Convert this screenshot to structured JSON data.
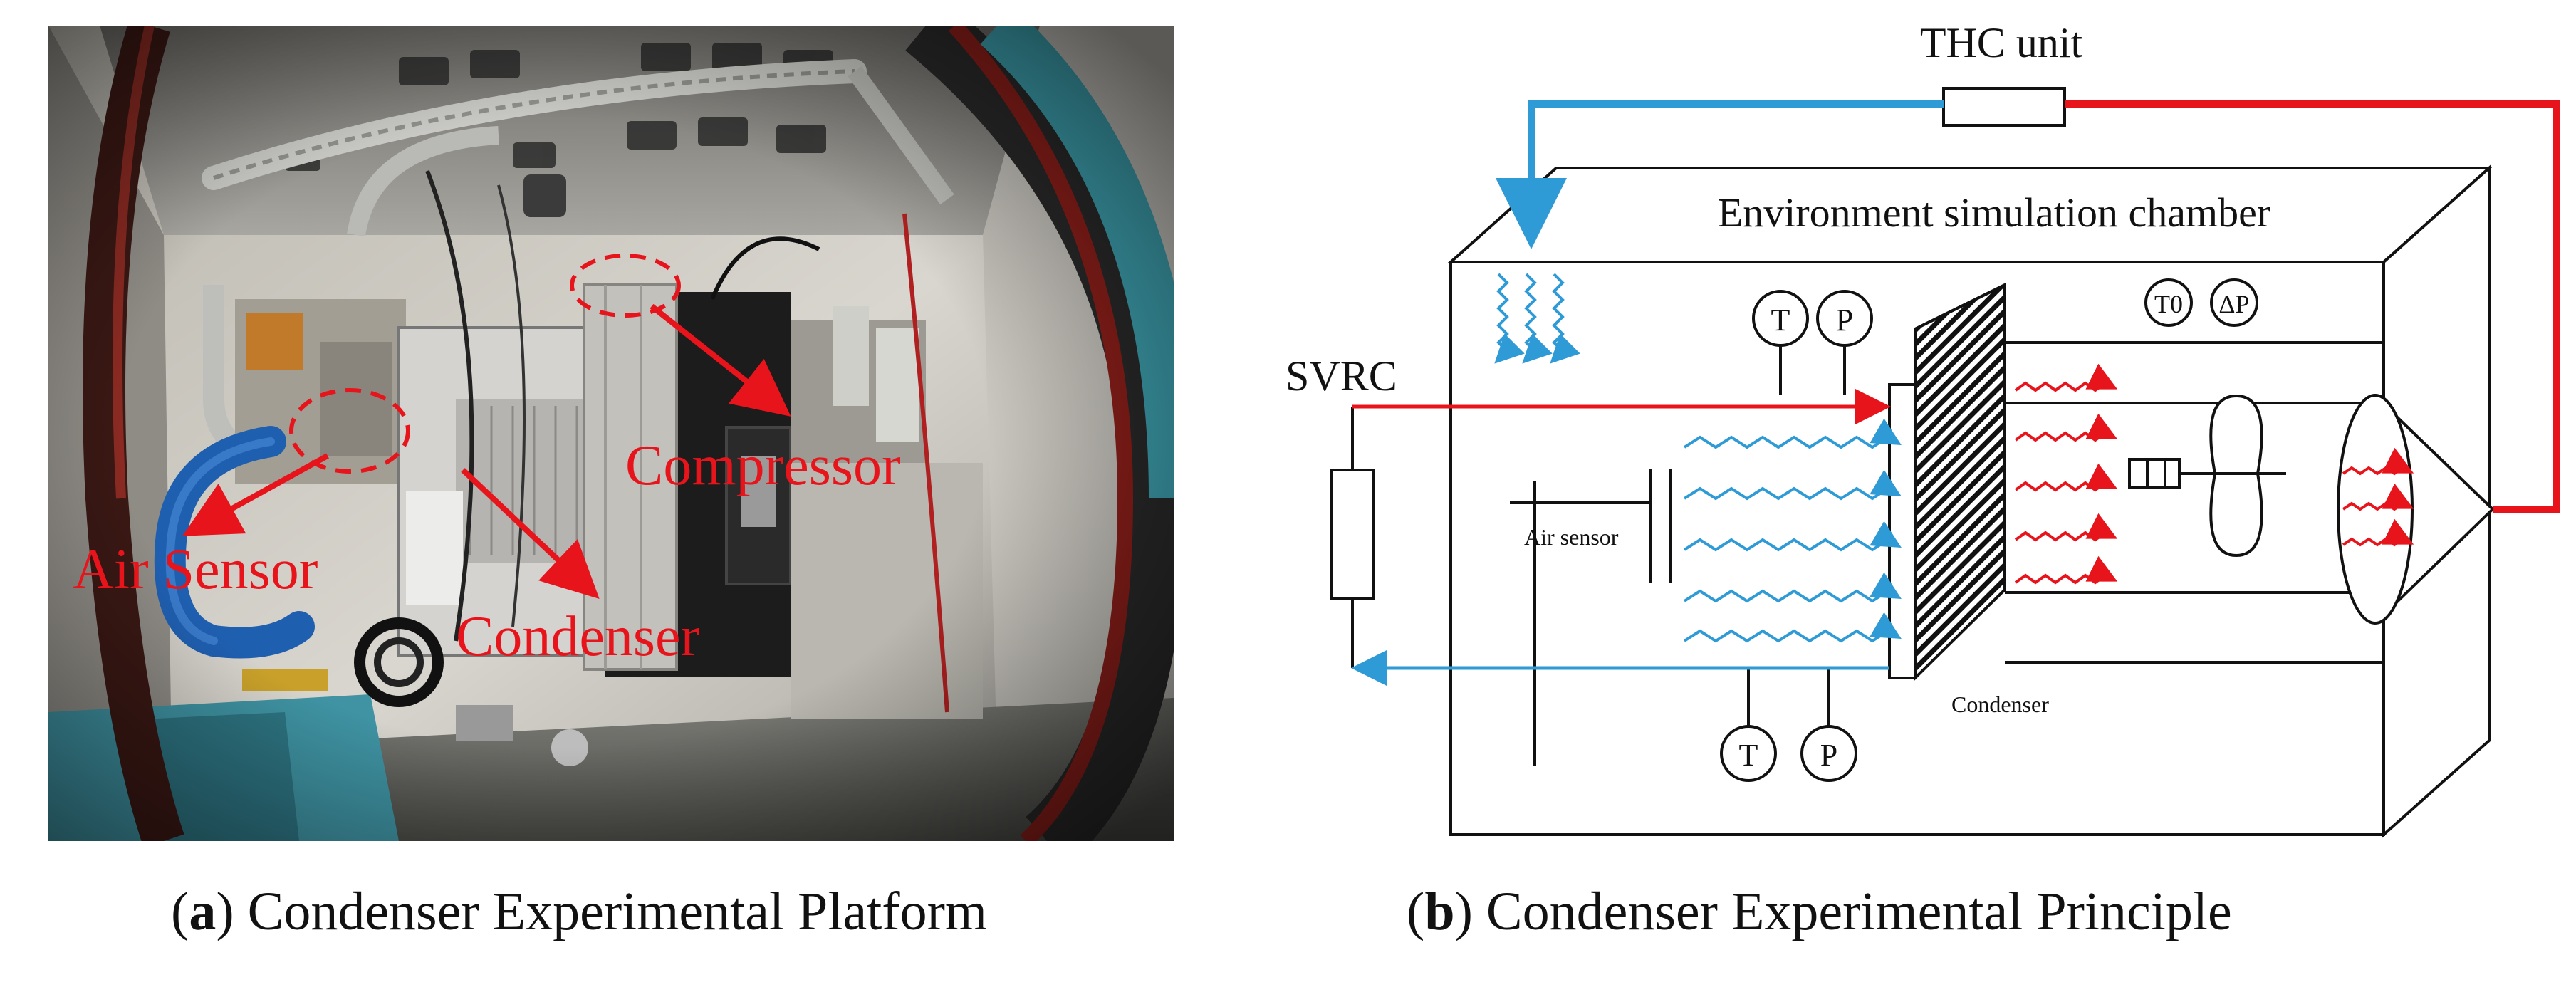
{
  "panel_a": {
    "photo_labels": {
      "compressor": "Compressor",
      "air_sensor": "Air Sensor",
      "condenser": "Condenser"
    },
    "caption_letter": "a",
    "caption_text": "Condenser Experimental Platform"
  },
  "panel_b": {
    "thc_unit": "THC unit",
    "chamber_title": "Environment simulation chamber",
    "svrc": "SVRC",
    "t_top": "T",
    "p_top": "P",
    "t_bottom": "T",
    "p_bottom": "P",
    "t0": "T0",
    "delta_p": "ΔP",
    "air_sensor": "Air sensor",
    "condenser": "Condenser",
    "caption_letter": "b",
    "caption_text": "Condenser Experimental Principle"
  },
  "colors": {
    "red": "#e8141b",
    "blue": "#2e9ad6",
    "black": "#111111"
  }
}
